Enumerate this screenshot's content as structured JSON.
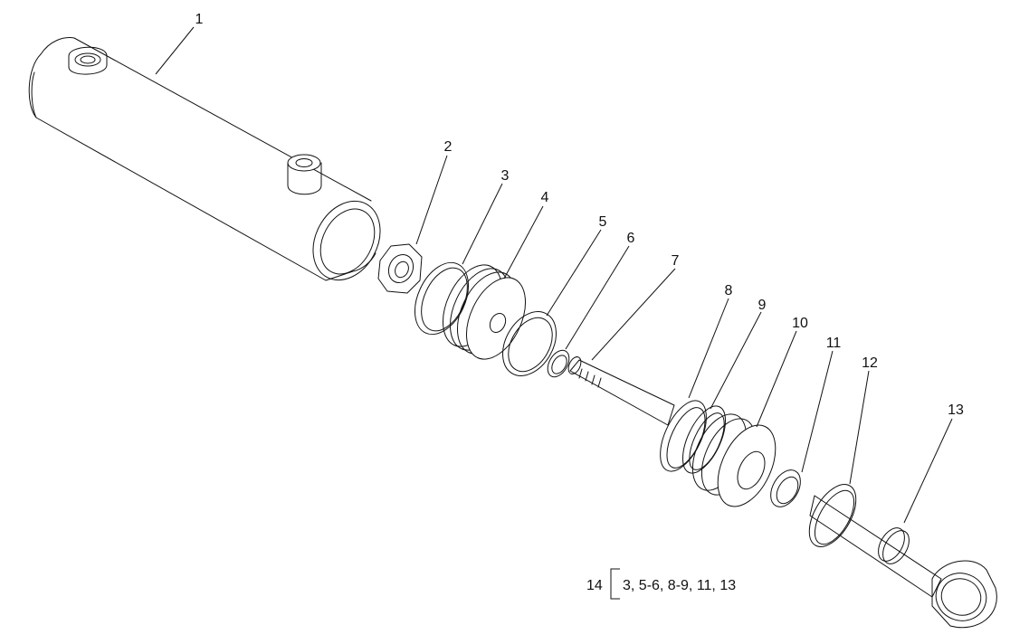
{
  "callouts": [
    {
      "id": "1",
      "label": "1"
    },
    {
      "id": "2",
      "label": "2"
    },
    {
      "id": "3",
      "label": "3"
    },
    {
      "id": "4",
      "label": "4"
    },
    {
      "id": "5",
      "label": "5"
    },
    {
      "id": "6",
      "label": "6"
    },
    {
      "id": "7",
      "label": "7"
    },
    {
      "id": "8",
      "label": "8"
    },
    {
      "id": "9",
      "label": "9"
    },
    {
      "id": "10",
      "label": "10"
    },
    {
      "id": "11",
      "label": "11"
    },
    {
      "id": "12",
      "label": "12"
    },
    {
      "id": "13",
      "label": "13"
    }
  ],
  "kit": {
    "number": "14",
    "contents": "3, 5-6, 8-9, 11, 13"
  }
}
